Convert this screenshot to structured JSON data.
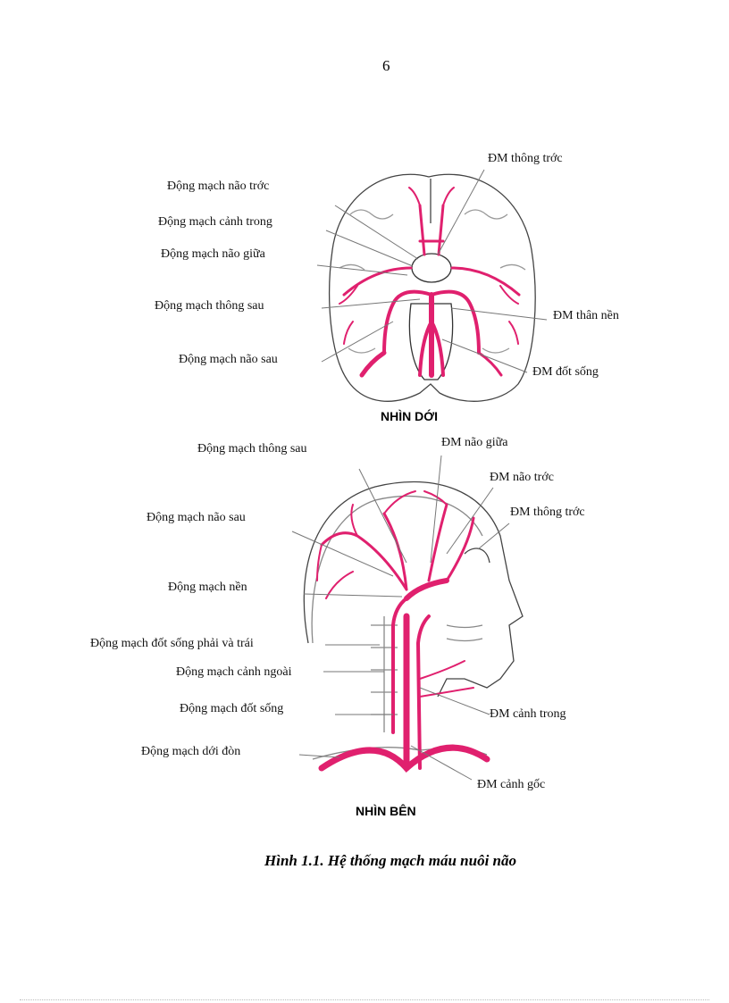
{
  "page": {
    "number": "6"
  },
  "figure": {
    "bottom_view": {
      "title": "NHÌN DỚI",
      "labels": {
        "anterior_communicating": "ĐM thông trớc",
        "anterior_cerebral": "Động mạch não trớc",
        "internal_carotid": "Động mạch cảnh trong",
        "middle_cerebral": "Động mạch não giữa",
        "posterior_communicating": "Động mạch thông sau",
        "basilar": "ĐM thân nền",
        "posterior_cerebral": "Động mạch não sau",
        "vertebral": "ĐM đốt sống"
      }
    },
    "side_view": {
      "title": "NHÌN BÊN",
      "labels": {
        "posterior_communicating": "Động mạch thông sau",
        "middle_cerebral": "ĐM não giữa",
        "anterior_cerebral": "ĐM não trớc",
        "anterior_communicating": "ĐM thông trớc",
        "posterior_cerebral": "Động mạch não sau",
        "basilar": "Động mạch nền",
        "vertebral_left_right": "Động mạch  đốt sống phải và trái",
        "external_carotid": "Động mạch cảnh ngoài",
        "vertebral": "Động mạch  đốt sống",
        "internal_carotid": "ĐM cảnh trong",
        "subclavian": "Động mạch dới    đòn",
        "common_carotid": "ĐM cảnh gốc"
      }
    },
    "caption": "Hình 1.1. Hệ thống mạch máu nuôi não",
    "colors": {
      "artery": "#e0206e",
      "outline": "#444444",
      "leader": "#777777"
    }
  }
}
